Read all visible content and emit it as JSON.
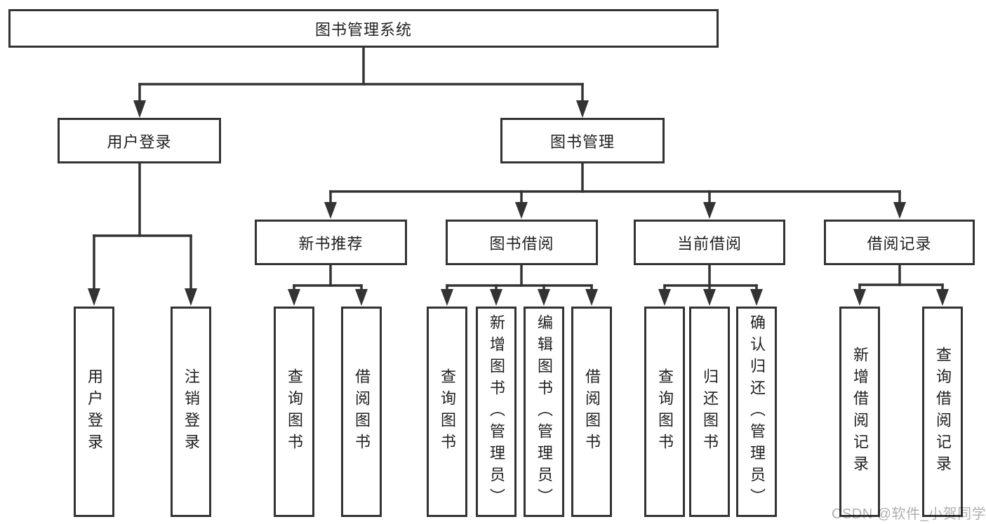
{
  "tree": {
    "label": "图书管理系统",
    "children": [
      {
        "label": "用户登录",
        "children": [
          {
            "label": "用户登录"
          },
          {
            "label": "注销登录"
          }
        ]
      },
      {
        "label": "图书管理",
        "children": [
          {
            "label": "新书推荐",
            "children": [
              {
                "label": "查询图书"
              },
              {
                "label": "借阅图书"
              }
            ]
          },
          {
            "label": "图书借阅",
            "children": [
              {
                "label": "查询图书"
              },
              {
                "label": "新增图书（管理员）"
              },
              {
                "label": "编辑图书（管理员）"
              },
              {
                "label": "借阅图书"
              }
            ]
          },
          {
            "label": "当前借阅",
            "children": [
              {
                "label": "查询图书"
              },
              {
                "label": "归还图书"
              },
              {
                "label": "确认归还（管理员）"
              }
            ]
          },
          {
            "label": "借阅记录",
            "children": [
              {
                "label": "新增借阅记录"
              },
              {
                "label": "查询借阅记录"
              }
            ]
          }
        ]
      }
    ]
  },
  "watermark": {
    "text": "CSDN @软件_小贺同学"
  },
  "colors": {
    "line": "#333333",
    "box_border": "#333333",
    "text": "#1f1f1f",
    "watermark": "#b0b0b0",
    "background": "#ffffff"
  }
}
